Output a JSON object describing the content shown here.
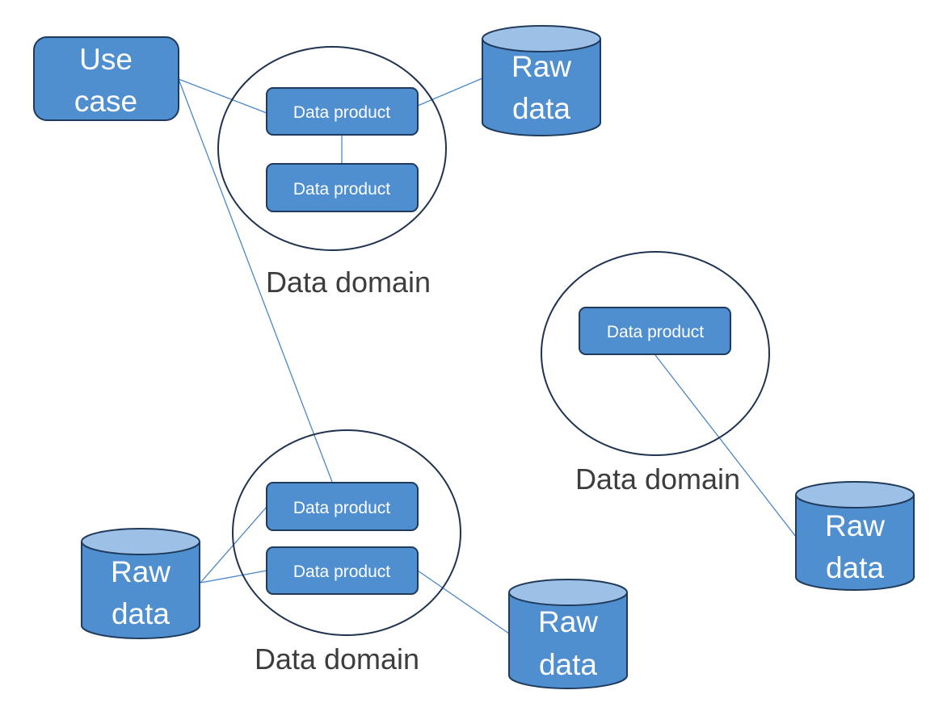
{
  "use_case": {
    "line1": "Use",
    "line2": "case"
  },
  "colors": {
    "box_fill": "#4f8fd0",
    "cylinder_top": "#9dc0e6",
    "outline": "#1f3a5a",
    "connector": "#4a86c8",
    "label_text": "#3d3d3d"
  },
  "domains": [
    {
      "label": "Data domain",
      "products": [
        "Data product",
        "Data product"
      ]
    },
    {
      "label": "Data domain",
      "products": [
        "Data product"
      ]
    },
    {
      "label": "Data domain",
      "products": [
        "Data product",
        "Data product"
      ]
    }
  ],
  "raw_data": [
    {
      "line1": "Raw",
      "line2": "data"
    },
    {
      "line1": "Raw",
      "line2": "data"
    },
    {
      "line1": "Raw",
      "line2": "data"
    },
    {
      "line1": "Raw",
      "line2": "data"
    }
  ]
}
